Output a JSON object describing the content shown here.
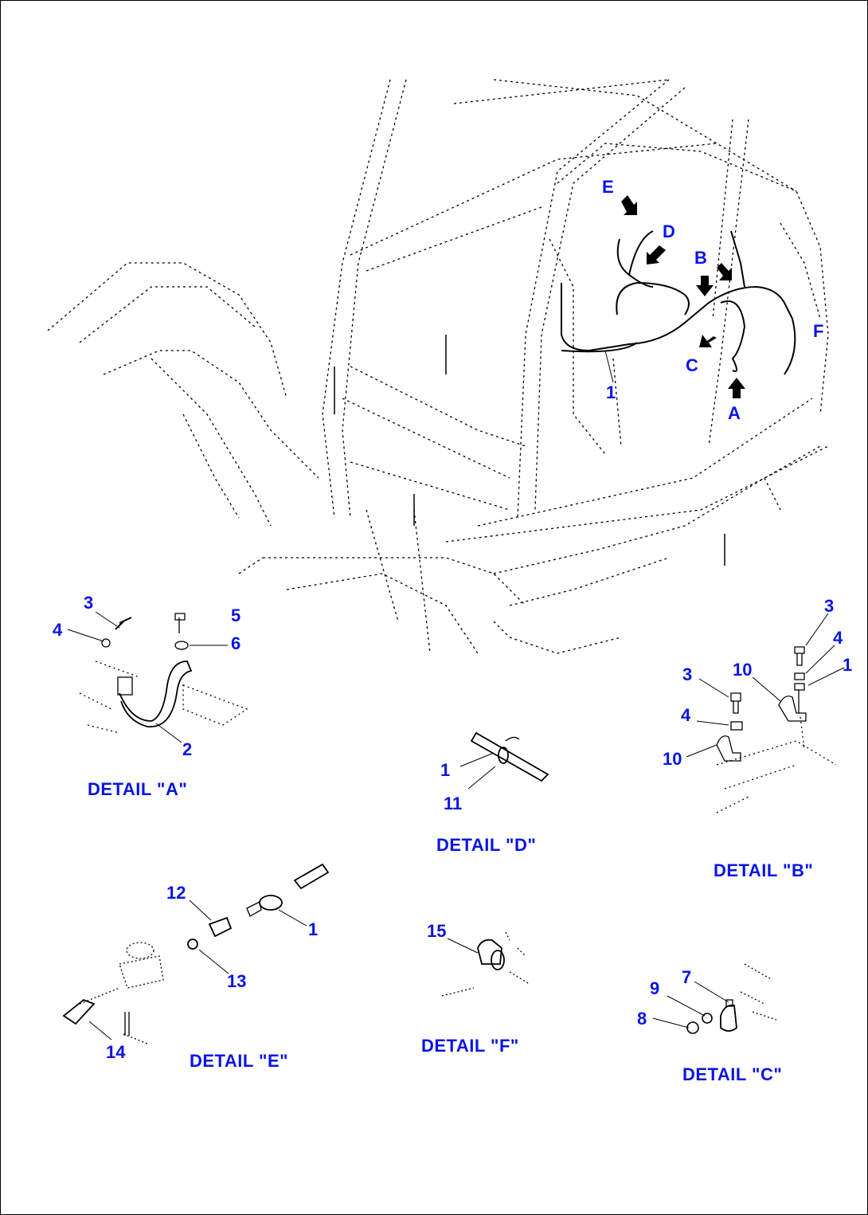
{
  "diagram": {
    "type": "exploded parts view",
    "colors": {
      "label": "#0a14e6",
      "linework": "#000000",
      "background": "#ffffff"
    }
  },
  "main_view": {
    "view_callouts": [
      "E",
      "D",
      "B",
      "C",
      "A",
      "F"
    ],
    "part_callouts": [
      "1"
    ]
  },
  "details": [
    {
      "id": "A",
      "title": "DETAIL \"A\"",
      "callouts": [
        "3",
        "4",
        "5",
        "6",
        "2"
      ]
    },
    {
      "id": "B",
      "title": "DETAIL \"B\"",
      "callouts": [
        "3",
        "4",
        "1",
        "10",
        "3",
        "4",
        "10"
      ]
    },
    {
      "id": "C",
      "title": "DETAIL \"C\"",
      "callouts": [
        "7",
        "9",
        "8"
      ]
    },
    {
      "id": "D",
      "title": "DETAIL \"D\"",
      "callouts": [
        "1",
        "11"
      ]
    },
    {
      "id": "E",
      "title": "DETAIL \"E\"",
      "callouts": [
        "12",
        "1",
        "13",
        "14"
      ]
    },
    {
      "id": "F",
      "title": "DETAIL \"F\"",
      "callouts": [
        "15"
      ]
    }
  ]
}
